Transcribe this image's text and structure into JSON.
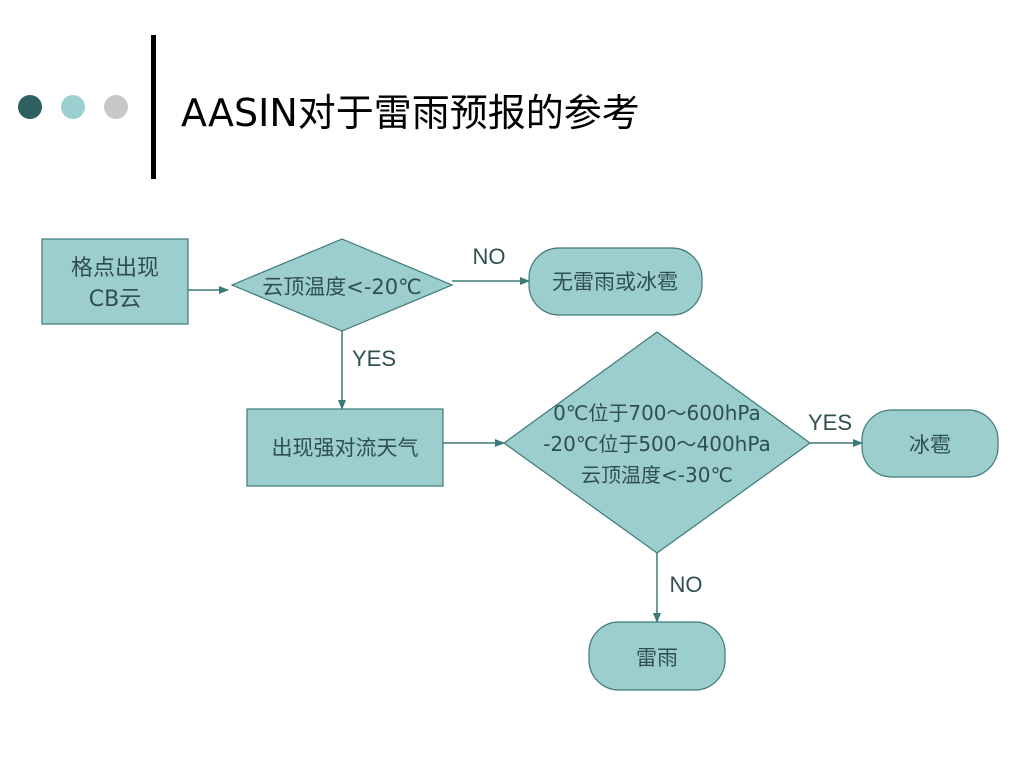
{
  "header": {
    "title": "AASIN对于雷雨预报的参考"
  },
  "colors": {
    "dot_dark": "#2e5f61",
    "dot_teal": "#9ccfcf",
    "dot_gray": "#c8c8c8",
    "node_fill": "#9dcece",
    "node_stroke": "#3c7a79",
    "edge": "#3c7a79",
    "text": "#2f4f4f"
  },
  "diagram": {
    "nodes": {
      "start": [
        "格点出现",
        "CB云"
      ],
      "decision1": [
        "云顶温度<-20℃"
      ],
      "no_thunder": [
        "无雷雨或冰雹"
      ],
      "convection": [
        "出现强对流天气"
      ],
      "decision2": [
        "0℃位于700～600hPa",
        "-20℃位于500～400hPa",
        "云顶温度<-30℃"
      ],
      "hail": [
        "冰雹"
      ],
      "thunderstorm": [
        "雷雨"
      ]
    },
    "edge_labels": {
      "d1_no": "NO",
      "d1_yes": "YES",
      "d2_yes": "YES",
      "d2_no": "NO"
    }
  }
}
